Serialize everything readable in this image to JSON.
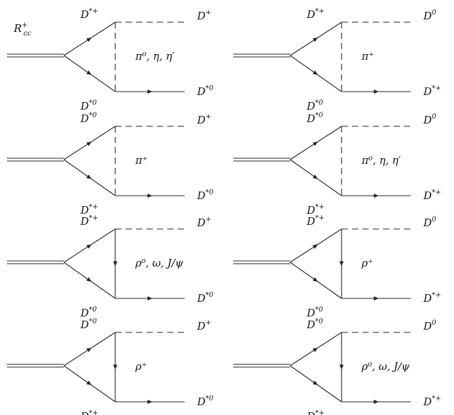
{
  "initial_label": {
    "base": "R",
    "sup": "+",
    "sub": "cc"
  },
  "diagrams": [
    {
      "top": {
        "base": "D",
        "sup": "*+"
      },
      "bottom": {
        "base": "D",
        "sup": "*0"
      },
      "out_top": {
        "base": "D",
        "sup": "+"
      },
      "out_bottom": {
        "base": "D",
        "sup": "*0"
      },
      "exchange": "π⁰, η, η′",
      "exchange_type": "pseudoscalar"
    },
    {
      "top": {
        "base": "D",
        "sup": "*+"
      },
      "bottom": {
        "base": "D",
        "sup": "*0"
      },
      "out_top": {
        "base": "D",
        "sup": "0"
      },
      "out_bottom": {
        "base": "D",
        "sup": "*+"
      },
      "exchange": "π⁺",
      "exchange_type": "pseudoscalar"
    },
    {
      "top": {
        "base": "D",
        "sup": "*0"
      },
      "bottom": {
        "base": "D",
        "sup": "*+"
      },
      "out_top": {
        "base": "D",
        "sup": "+"
      },
      "out_bottom": {
        "base": "D",
        "sup": "*0"
      },
      "exchange": "π⁺",
      "exchange_type": "pseudoscalar"
    },
    {
      "top": {
        "base": "D",
        "sup": "*0"
      },
      "bottom": {
        "base": "D",
        "sup": "*+"
      },
      "out_top": {
        "base": "D",
        "sup": "0"
      },
      "out_bottom": {
        "base": "D",
        "sup": "*+"
      },
      "exchange": "π⁰, η, η′",
      "exchange_type": "pseudoscalar"
    },
    {
      "top": {
        "base": "D",
        "sup": "*+"
      },
      "bottom": {
        "base": "D",
        "sup": "*0"
      },
      "out_top": {
        "base": "D",
        "sup": "+"
      },
      "out_bottom": {
        "base": "D",
        "sup": "*0"
      },
      "exchange": "ρ⁰, ω, J/ψ",
      "exchange_type": "vector"
    },
    {
      "top": {
        "base": "D",
        "sup": "*+"
      },
      "bottom": {
        "base": "D",
        "sup": "*0"
      },
      "out_top": {
        "base": "D",
        "sup": "0"
      },
      "out_bottom": {
        "base": "D",
        "sup": "*+"
      },
      "exchange": "ρ⁺",
      "exchange_type": "vector"
    },
    {
      "top": {
        "base": "D",
        "sup": "*0"
      },
      "bottom": {
        "base": "D",
        "sup": "*+"
      },
      "out_top": {
        "base": "D",
        "sup": "+"
      },
      "out_bottom": {
        "base": "D",
        "sup": "*0"
      },
      "exchange": "ρ⁺",
      "exchange_type": "vector"
    },
    {
      "top": {
        "base": "D",
        "sup": "*0"
      },
      "bottom": {
        "base": "D",
        "sup": "*+"
      },
      "out_top": {
        "base": "D",
        "sup": "0"
      },
      "out_bottom": {
        "base": "D",
        "sup": "*+"
      },
      "exchange": "ρ⁰, ω, J/ψ",
      "exchange_type": "vector"
    }
  ]
}
